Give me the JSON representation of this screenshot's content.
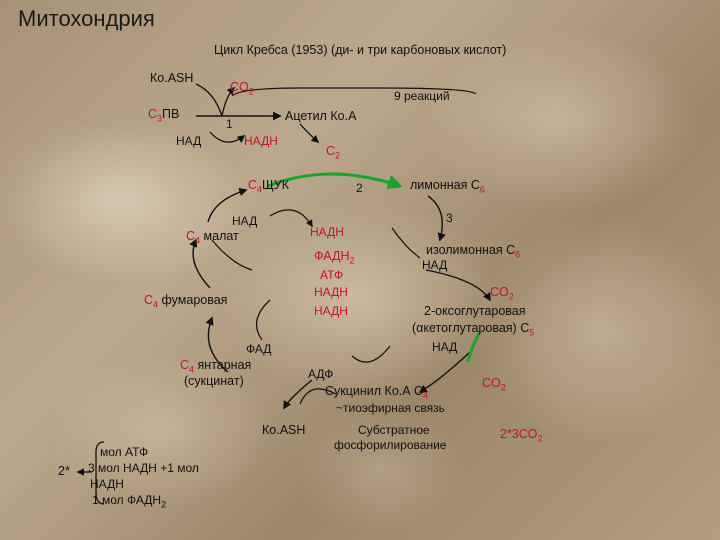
{
  "title": "Митохондрия",
  "subtitle": "Цикл Кребса (1953) (ди- и три карбоновых кислот)",
  "labels": {
    "coa_top": "Ко.ASH",
    "co2_top": "CO",
    "co2_top_sub": "2",
    "nine_reactions": "9 реакций",
    "c3_prefix": "C",
    "c3_sub": "3",
    "c3_name": "ПВ",
    "step1": "1",
    "acetyl_coa": "Ацетил Ко.А",
    "nad_1": "НАД",
    "nadh_1": "НАДН",
    "c2": "C",
    "c2_sub": "2",
    "c4_pref": "C",
    "c4_sub": "4",
    "c4_name": "ЩУК",
    "step2": "2",
    "citric": "лимонная C",
    "citric_sub": "6",
    "step3": "3",
    "nad_2": "НАД",
    "malate_pref": "C",
    "malate_sub": "4",
    "malate_name": " малат",
    "nadh_2": "НАДН",
    "isocitric": "изолимонная C",
    "isocitric_sub": "6",
    "fadh2": "ФАДН",
    "fadh2_sub": "2",
    "nad_3": "НАД",
    "atp": "АТФ",
    "nadh_3": "НАДН",
    "co2_mid": "CO",
    "co2_mid_sub": "2",
    "fumarate_pref": "C",
    "fumarate_sub": "4",
    "fumarate_name": " фумаровая",
    "nadh_4": "НАДН",
    "oxoglutarate": "2-оксоглутаровая",
    "ketoglutarate": "(αкетоглутаровая) C",
    "ketoglutarate_sub": "5",
    "fad": "ФАД",
    "nad_4": "НАД",
    "succinate_pref": "C",
    "succinate_sub": "4",
    "succinate_name": " янтарная",
    "succinate_alt": "(сукцинат)",
    "adp": "АДФ",
    "co2_low": "CO",
    "co2_low_sub": "2",
    "succinyl": "Сукцинил Ко.А C",
    "succinyl_sub": "4",
    "thioester": "~тиоэфирная связь",
    "coash_low": "Ко.ASH",
    "substrate": "Субстратное",
    "phosph": "фосфорилирование",
    "co2_total": "2*3CO",
    "co2_total_sub": "2"
  },
  "balance": {
    "multiplier": "2*",
    "lines": [
      "мол АТФ",
      "3 мол НАДН +1 мол",
      "НАДН",
      "1 мол ФАДН"
    ],
    "fadh_sub": "2"
  },
  "colors": {
    "text": "#111111",
    "accent_red": "#c8102e",
    "accent_green": "#0b5d1e",
    "arrow_green": "#1aa52a"
  }
}
